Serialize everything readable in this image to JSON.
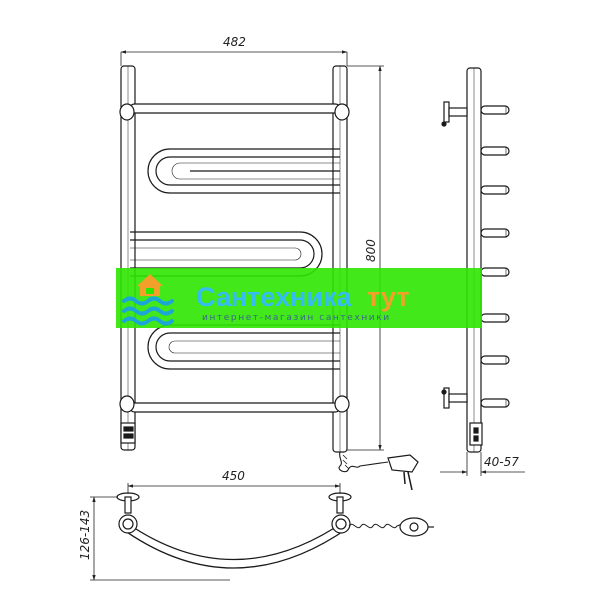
{
  "dimensions": {
    "width_front": "482",
    "height_front": "800",
    "depth_side": "40-57",
    "width_top": "450",
    "depth_top": "126-143"
  },
  "watermark": {
    "brand_main": "Сантехника",
    "brand_accent": "тут",
    "tagline": "интернет-магазин сантехники",
    "colors": {
      "band": "#2ee600",
      "main": "#33bdf0",
      "accent": "#f2a02a",
      "logo": "#1aa7d8"
    }
  },
  "colors": {
    "line": "#1a1a1a",
    "pipe": "#555555"
  }
}
